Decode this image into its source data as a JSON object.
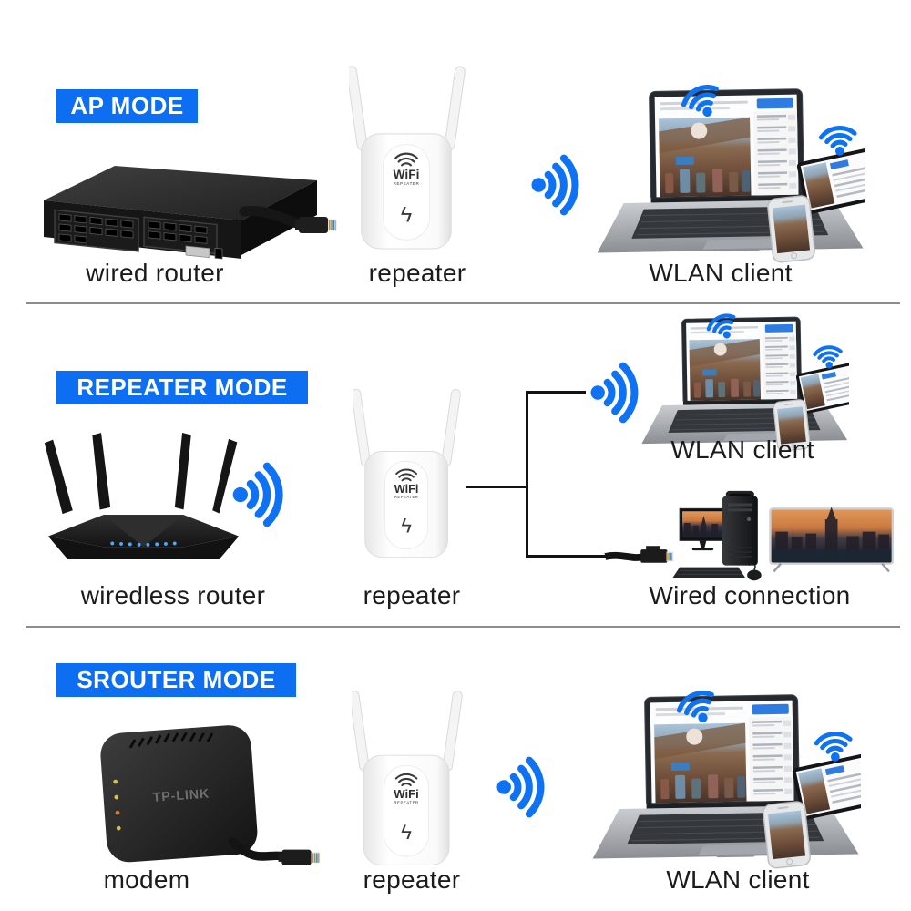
{
  "colors": {
    "badge_blue": "#0d6ef2",
    "wifi_blue": "#0f72f2",
    "caption_text": "#1b1b1b",
    "divider_gray": "#8d8d8d"
  },
  "sections": [
    {
      "badge": "AP MODE",
      "captions": {
        "left": "wired router",
        "mid": "repeater",
        "right": "WLAN client"
      }
    },
    {
      "badge": "REPEATER MODE",
      "captions": {
        "left": "wiredless router",
        "mid": "repeater",
        "top_right": "WLAN client",
        "bottom_right": "Wired connection"
      }
    },
    {
      "badge": "SROUTER MODE",
      "captions": {
        "left": "modem",
        "mid": "repeater",
        "right": "WLAN client"
      }
    }
  ],
  "devices": {
    "repeater_label": "WiFi",
    "repeater_sublabel": "REPEATER",
    "repeater_bolt": "ϟ",
    "modem_brand": "TP-LINK"
  }
}
